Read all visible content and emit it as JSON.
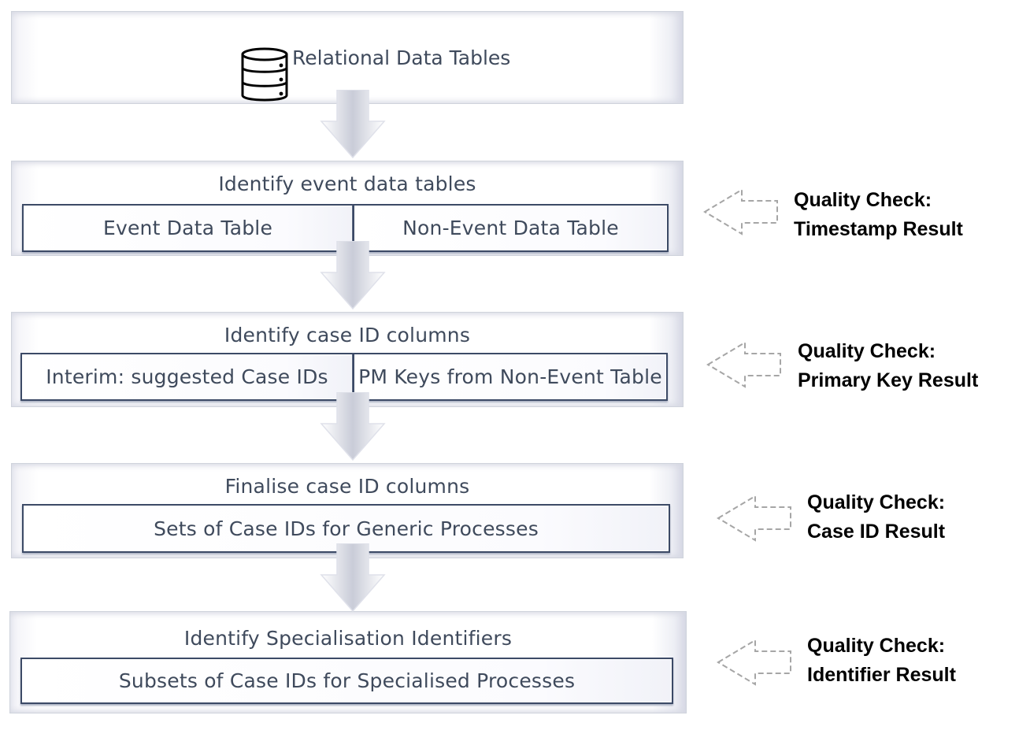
{
  "stages": [
    {
      "title": "Relational Data Tables",
      "icon": "database-icon",
      "subs": []
    },
    {
      "title": "Identify event data tables",
      "subs": [
        "Event Data Table",
        "Non-Event Data Table"
      ]
    },
    {
      "title": "Identify case ID columns",
      "subs": [
        "Interim: suggested Case IDs",
        "PM Keys from Non-Event Table"
      ]
    },
    {
      "title": "Finalise case ID columns",
      "subs": [
        "Sets of Case IDs for Generic Processes"
      ]
    },
    {
      "title": "Identify Specialisation Identifiers",
      "subs": [
        "Subsets of Case IDs for Specialised Processes"
      ]
    }
  ],
  "quality_checks": [
    {
      "line1": "Quality Check:",
      "line2": "Timestamp Result"
    },
    {
      "line1": "Quality Check:",
      "line2": "Primary Key Result"
    },
    {
      "line1": "Quality Check:",
      "line2": "Case ID Result"
    },
    {
      "line1": "Quality Check:",
      "line2": "Identifier Result"
    }
  ],
  "colors": {
    "text": "#3f4a5c",
    "sub_border": "#3c4a66",
    "dashed_arrow": "#a6a6a6",
    "flow_arrow": "#d0d3de"
  }
}
